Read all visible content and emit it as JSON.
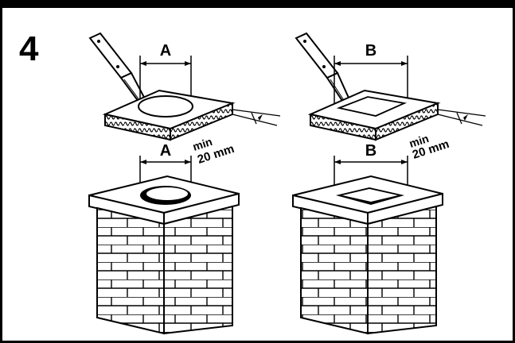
{
  "step_number": "4",
  "left": {
    "cut_label": "A",
    "hole_label": "A",
    "min_text": "min",
    "size_text": "20 mm"
  },
  "right": {
    "cut_label": "B",
    "hole_label": "B",
    "min_text": "min",
    "size_text": "20 mm"
  },
  "colors": {
    "ink": "#000000",
    "paper": "#ffffff"
  }
}
